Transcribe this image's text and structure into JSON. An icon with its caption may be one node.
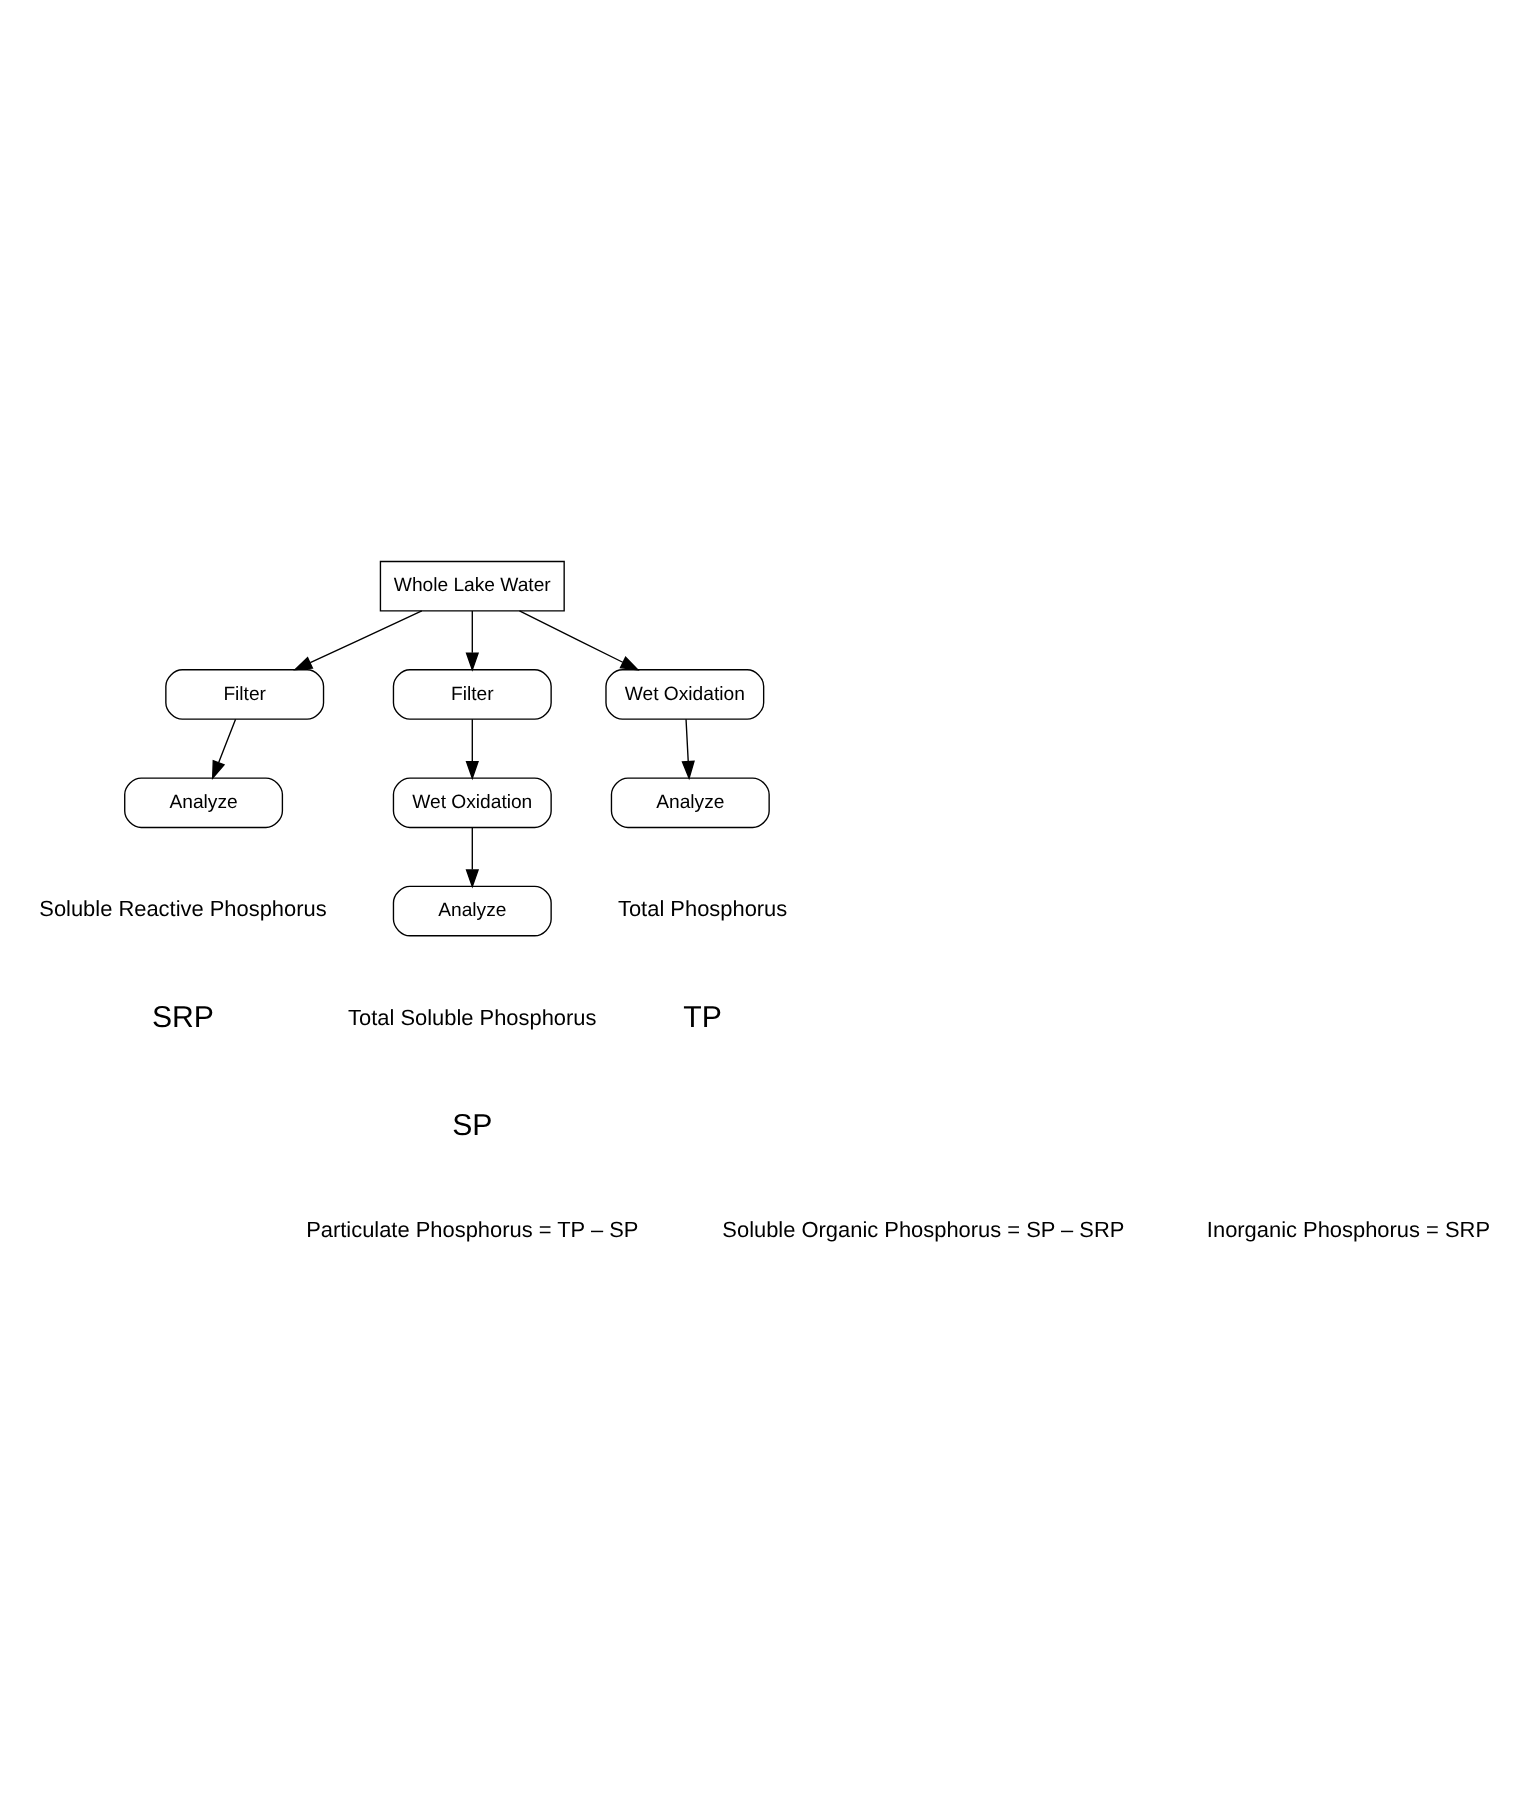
{
  "diagram": {
    "nodes": [
      {
        "text": [
          "Whole Lake Water"
        ]
      },
      {
        "text": [
          "Filter"
        ]
      },
      {
        "text": [
          "Filter"
        ]
      },
      {
        "text": [
          "Wet Oxidation"
        ]
      },
      {
        "text": [
          "Analyze"
        ],
        "beside": [
          "Soluble Reactive Phosphorus",
          "SRP"
        ]
      },
      {
        "text": [
          "Wet Oxidation"
        ]
      },
      {
        "text": [
          "Analyze"
        ],
        "beside": [
          "Total Phosphorus",
          "TP"
        ]
      },
      {
        "text": [
          "Analyze"
        ],
        "beside": [
          "Total Soluble Phosphorus",
          "SP"
        ]
      }
    ],
    "edges": [
      {
        "from": 0,
        "to": 1,
        "arrow": "to"
      },
      {
        "from": 0,
        "to": 2,
        "arrow": "to"
      },
      {
        "from": 0,
        "to": 3,
        "arrow": "to"
      },
      {
        "from": 1,
        "to": 4,
        "arrow": "to"
      },
      {
        "from": 2,
        "to": 5,
        "arrow": "to"
      },
      {
        "from": 3,
        "to": 6,
        "arrow": "to"
      },
      {
        "from": 5,
        "to": 7,
        "arrow": "to"
      }
    ],
    "labels": [
      "Particulate Phosphorus = TP – SP",
      "Soluble Organic Phosphorus = SP – SRP",
      "Inorganic Phosphorus = SRP"
    ]
  }
}
